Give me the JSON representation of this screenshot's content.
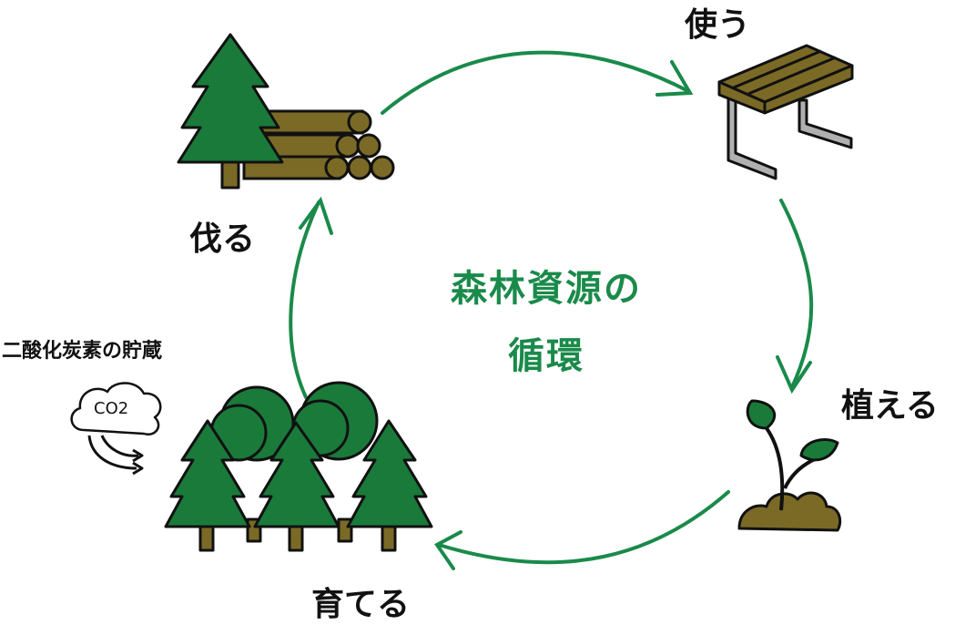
{
  "title": {
    "line1": "森林資源の",
    "line2": "循環"
  },
  "stages": {
    "cut": "伐る",
    "use": "使う",
    "plant": "植える",
    "grow": "育てる"
  },
  "co2": {
    "caption": "二酸化炭素の貯蔵",
    "cloud_text": "CO2"
  },
  "colors": {
    "tree_green": "#1a7a3a",
    "arrow_green": "#1a8a4a",
    "wood_olive": "#7a6a26",
    "metal_gray": "#b0b0b0",
    "outline": "#111111"
  },
  "icons": [
    "pine-tree-icon",
    "log-pile-icon",
    "bench-icon",
    "sprout-icon",
    "soil-icon",
    "forest-icon",
    "co2-cloud-icon"
  ]
}
